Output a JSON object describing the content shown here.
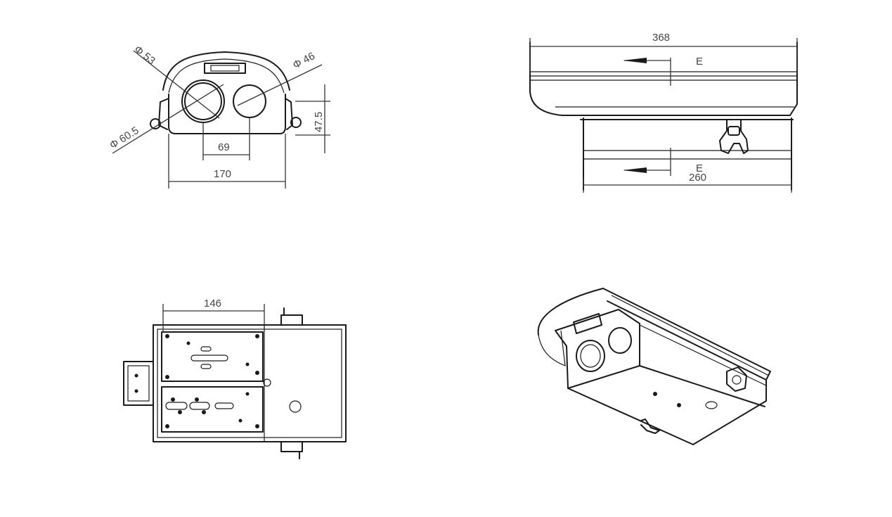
{
  "front_view": {
    "diameter_a": "Φ 53",
    "diameter_b": "Φ 46",
    "diameter_c": "Φ 60.5",
    "height_dim": "47.5",
    "spacing_dim": "69",
    "width_dim": "170"
  },
  "side_view": {
    "top_length": "368",
    "section_label_top": "E",
    "bottom_length": "260",
    "section_label_bottom": "E"
  },
  "top_view": {
    "length_dim": "146"
  },
  "colors": {
    "line": "#1a1a1a",
    "dimension_text": "#444444",
    "background": "#ffffff"
  }
}
